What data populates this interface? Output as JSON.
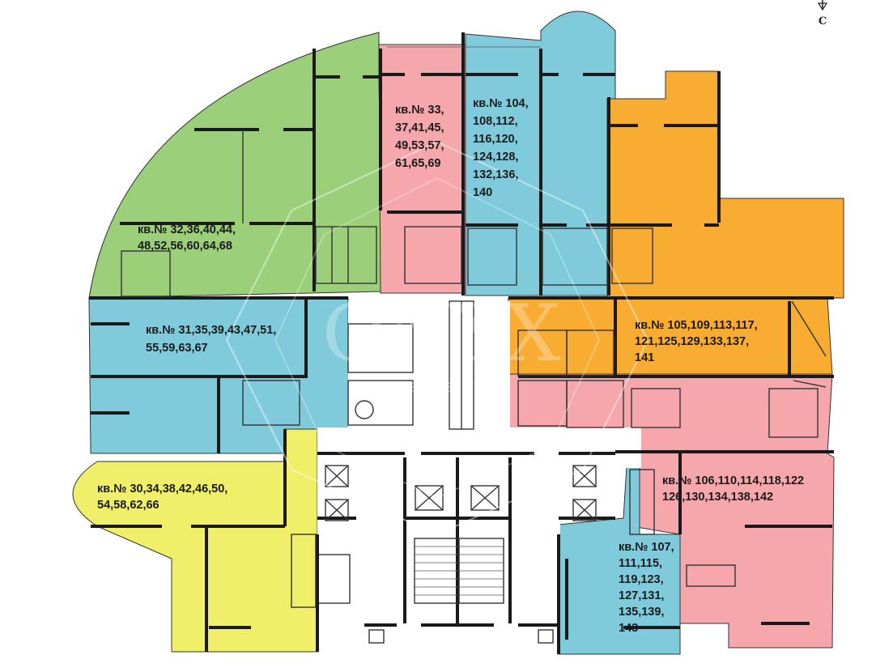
{
  "compass": {
    "north_label": "С"
  },
  "watermark": {
    "brand": "ONYX",
    "tagline": "real estate"
  },
  "colors": {
    "green": "#9ccf79",
    "pink": "#f5a7ac",
    "blue": "#7fcbdc",
    "orange": "#f9ac32",
    "yellow": "#f0ef6a",
    "core": "#ffffff",
    "wall": "#1a1a1a"
  },
  "units": [
    {
      "id": "green-west-north",
      "lines": [
        "кв.№ 32,36,40,44,",
        "48,52,56,60,64,68"
      ]
    },
    {
      "id": "pink-north",
      "lines": [
        "кв.№ 33,",
        "37,41,45,",
        "49,53,57,",
        "61,65,69"
      ]
    },
    {
      "id": "blue-north",
      "lines": [
        "кв.№ 104,",
        "108,112,",
        "116,120,",
        "124,128,",
        "132,136,",
        "140"
      ]
    },
    {
      "id": "blue-west",
      "lines": [
        "кв.№ 31,35,39,43,47,51,",
        "55,59,63,67"
      ]
    },
    {
      "id": "orange-east",
      "lines": [
        "кв.№ 105,109,113,117,",
        "121,125,129,133,137,",
        "141"
      ]
    },
    {
      "id": "yellow-southwest",
      "lines": [
        "кв.№ 30,34,38,42,46,50,",
        "54,58,62,66"
      ]
    },
    {
      "id": "pink-southeast",
      "lines": [
        "кв.№ 106,110,114,118,122",
        "126,130,134,138,142"
      ]
    },
    {
      "id": "blue-south",
      "lines": [
        "кв.№ 107,",
        "111,115,",
        "119,123,",
        "127,131,",
        "135,139,",
        "143"
      ]
    }
  ]
}
